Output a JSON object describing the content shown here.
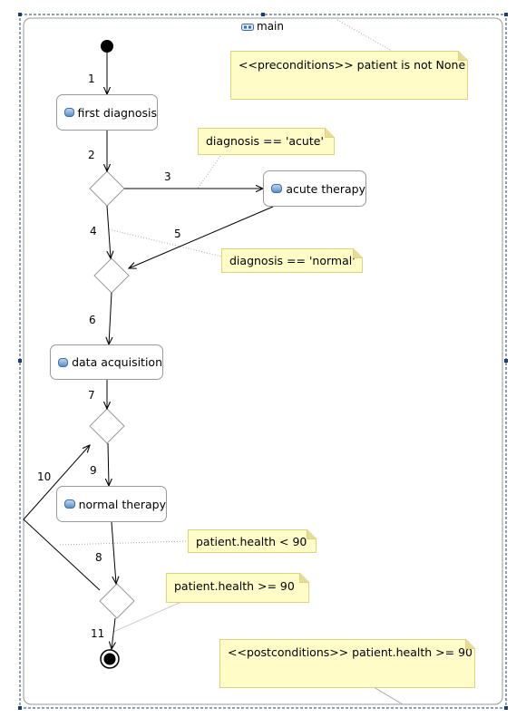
{
  "frame": {
    "title": "main"
  },
  "actions": {
    "first_diagnosis": "first diagnosis",
    "acute_therapy": "acute therapy",
    "data_acquisition": "data acquisition",
    "normal_therapy": "normal therapy"
  },
  "notes": {
    "preconditions": "<<preconditions>> patient is not None",
    "guard_acute": "diagnosis == 'acute'",
    "guard_normal": "diagnosis == 'normal'",
    "guard_health_low": "patient.health < 90",
    "guard_health_ok": "patient.health >= 90",
    "postconditions": "<<postconditions>> patient.health >= 90"
  },
  "edge_labels": [
    "1",
    "2",
    "3",
    "4",
    "5",
    "6",
    "7",
    "8",
    "9",
    "10",
    "11"
  ],
  "colors": {
    "note_fill": "#fffcc8",
    "note_border": "#e0d27a",
    "pill": "#5d8fc9",
    "selection": "#1c3e6e"
  }
}
